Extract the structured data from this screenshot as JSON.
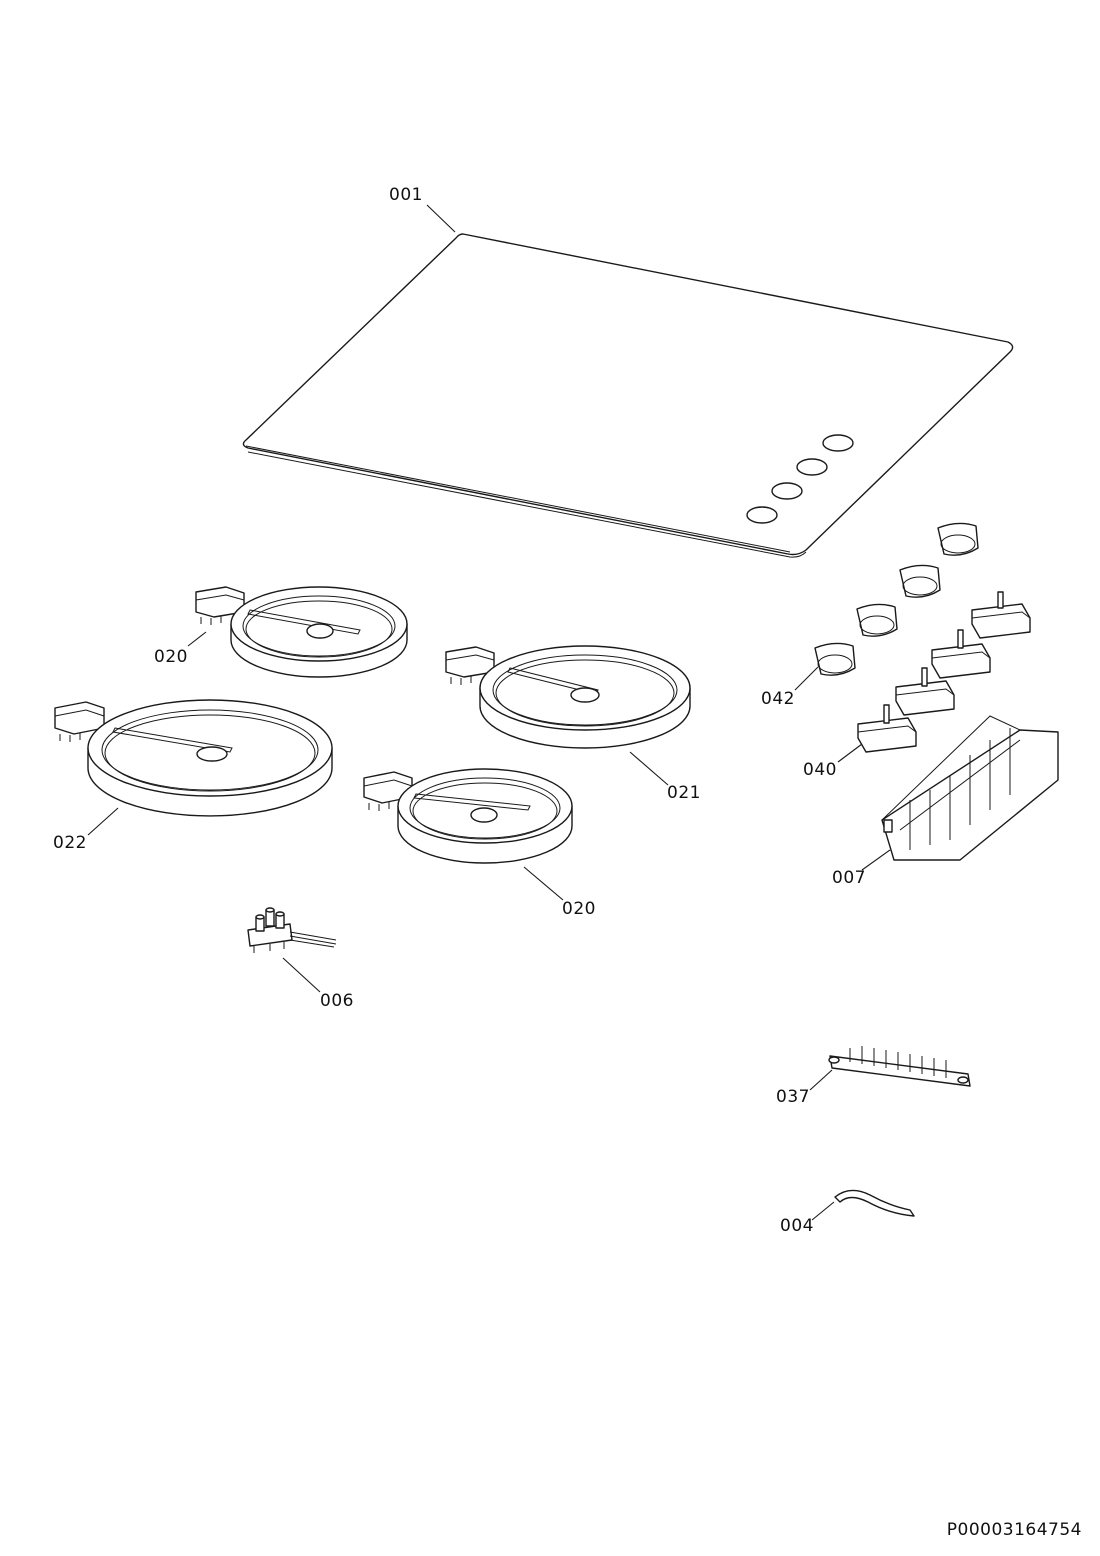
{
  "callouts": {
    "c001": "001",
    "c020a": "020",
    "c021": "021",
    "c022": "022",
    "c020b": "020",
    "c006": "006",
    "c042": "042",
    "c040": "040",
    "c007": "007",
    "c037": "037",
    "c004": "004"
  },
  "document_id": "P00003164754"
}
